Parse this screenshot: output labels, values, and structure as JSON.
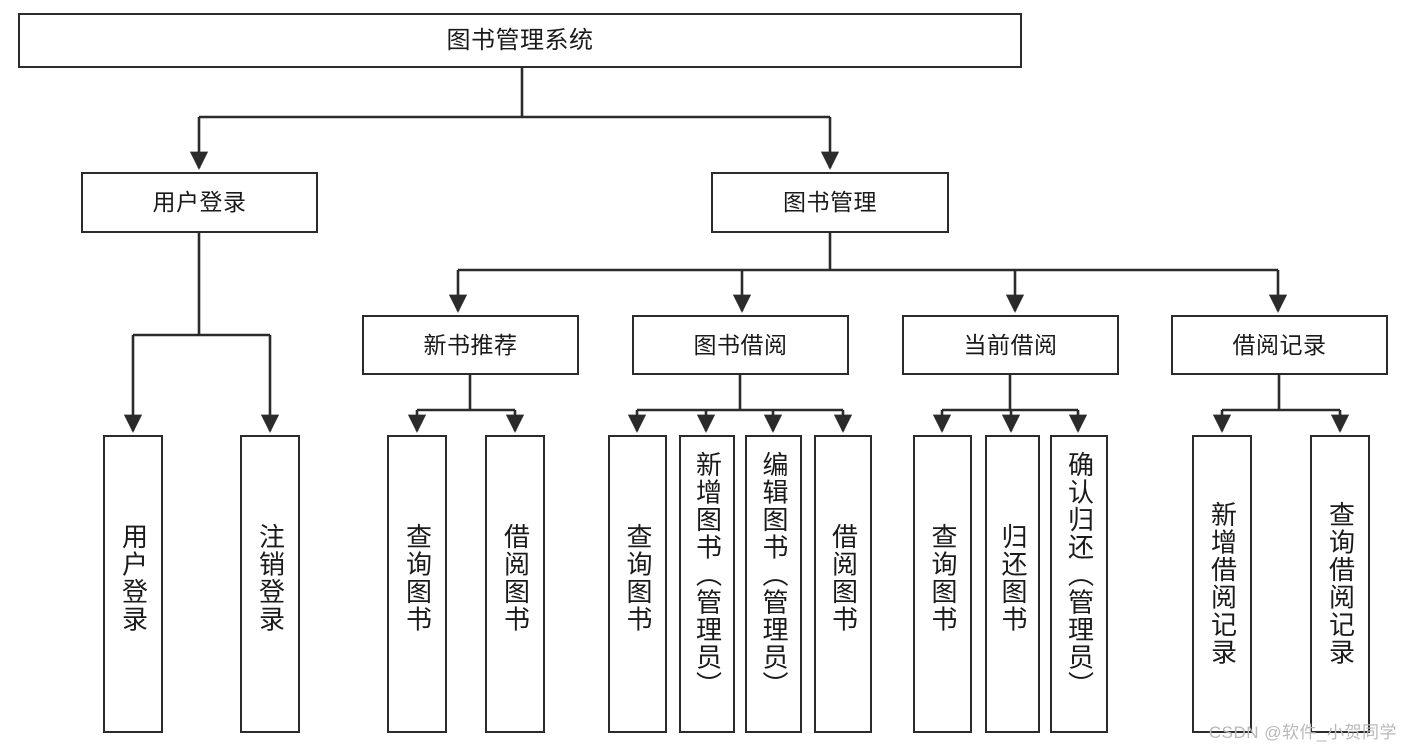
{
  "diagram": {
    "title": "图书管理系统",
    "type": "tree-hierarchy-chart",
    "colors": {
      "stroke": "#2b2b2b",
      "fill": "#ffffff",
      "text": "#1a1a1a",
      "watermark": "#b9b9b9"
    },
    "watermark": "CSDN @软件_小贺同学"
  },
  "nodes": {
    "root": {
      "label": "图书管理系统"
    },
    "level2": [
      {
        "label": "用户登录"
      },
      {
        "label": "图书管理"
      }
    ],
    "level3": [
      {
        "label": "新书推荐"
      },
      {
        "label": "图书借阅"
      },
      {
        "label": "当前借阅"
      },
      {
        "label": "借阅记录"
      }
    ],
    "leaves": {
      "user_login": [
        {
          "label": "用户登录"
        },
        {
          "label": "注销登录"
        }
      ],
      "new_book_recommend": [
        {
          "label": "查询图书"
        },
        {
          "label": "借阅图书"
        }
      ],
      "book_borrow": [
        {
          "label": "查询图书"
        },
        {
          "label": "新增图书（管理员）"
        },
        {
          "label": "编辑图书（管理员）"
        },
        {
          "label": "借阅图书"
        }
      ],
      "current_borrow": [
        {
          "label": "查询图书"
        },
        {
          "label": "归还图书"
        },
        {
          "label": "确认归还（管理员）"
        }
      ],
      "borrow_record": [
        {
          "label": "新增借阅记录"
        },
        {
          "label": "查询借阅记录"
        }
      ]
    }
  }
}
